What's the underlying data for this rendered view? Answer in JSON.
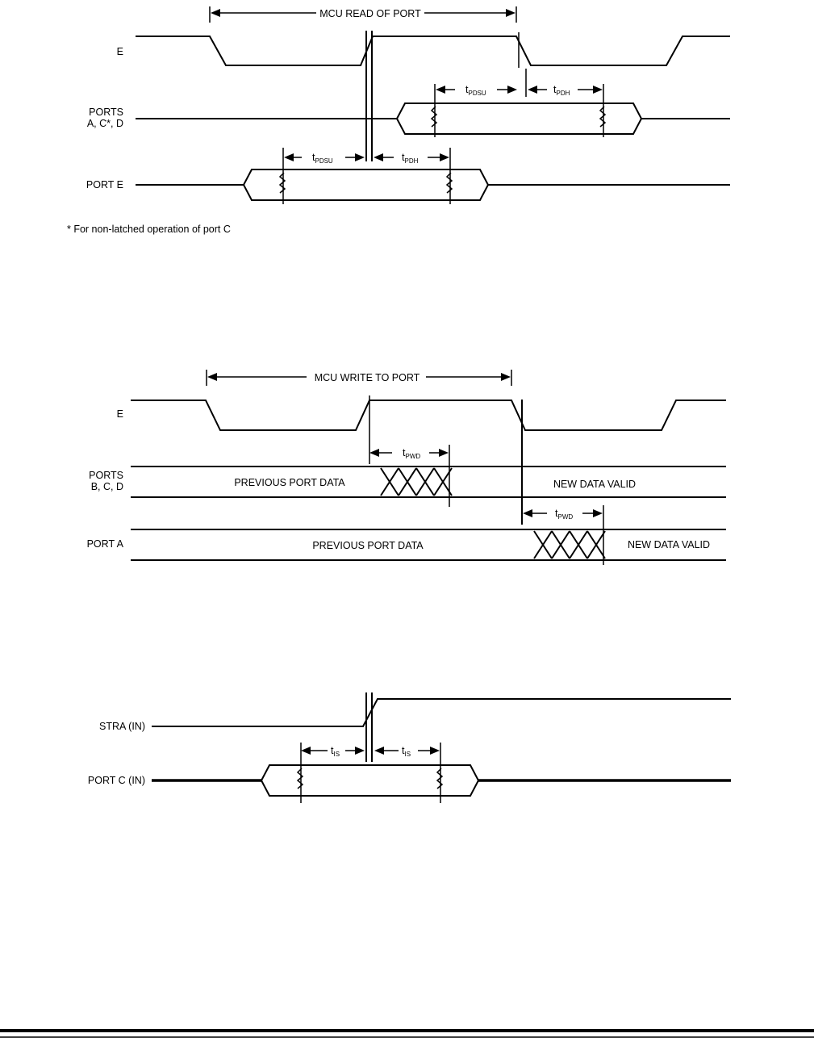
{
  "read_cycle": {
    "span_label": "MCU READ OF PORT",
    "signal_e": "E",
    "ports_acd_line1": "PORTS",
    "ports_acd_line2": "A, C*, D",
    "port_e": "PORT E",
    "t_main": "t",
    "sub_pdsu": "PDSU",
    "sub_pdh": "PDH",
    "footnote": "* For non-latched operation of port C"
  },
  "write_cycle": {
    "span_label": "MCU WRITE TO PORT",
    "signal_e": "E",
    "ports_bcd_line1": "PORTS",
    "ports_bcd_line2": "B, C, D",
    "port_a": "PORT A",
    "t_main": "t",
    "sub_pwd": "PWD",
    "previous_data": "PREVIOUS PORT DATA",
    "new_data": "NEW DATA VALID"
  },
  "strobe": {
    "stra_in": "STRA (IN)",
    "port_c_in": "PORT C (IN)",
    "t_main": "t",
    "sub_is": "IS"
  }
}
